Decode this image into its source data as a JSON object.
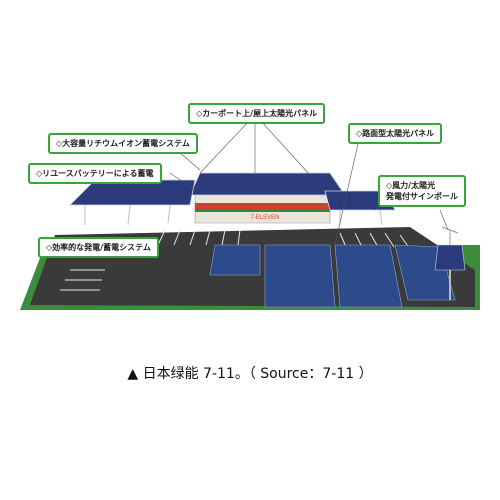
{
  "labels": {
    "carport": "◇カーポート上/屋上太陽光パネル",
    "lithium": "◇大容量リチウムイオン蓄電システム",
    "reuse": "◇リユースバッテリーによる蓄電",
    "road_panel": "◇路面型太陽光パネル",
    "wind_line1": "◇風力/太陽光",
    "wind_line2": "発電付サインポール",
    "efficient": "◇効率的な発電/蓄電システム"
  },
  "store_sign": "7-ELEVEN",
  "caption": "▲ 日本绿能 7-11。（ Source：7-11 ）",
  "colors": {
    "callout_border": "#3aa33a",
    "solar_panel": "#2b3a7a",
    "asphalt": "#3a3a3a",
    "grass": "#3d8b3d"
  }
}
